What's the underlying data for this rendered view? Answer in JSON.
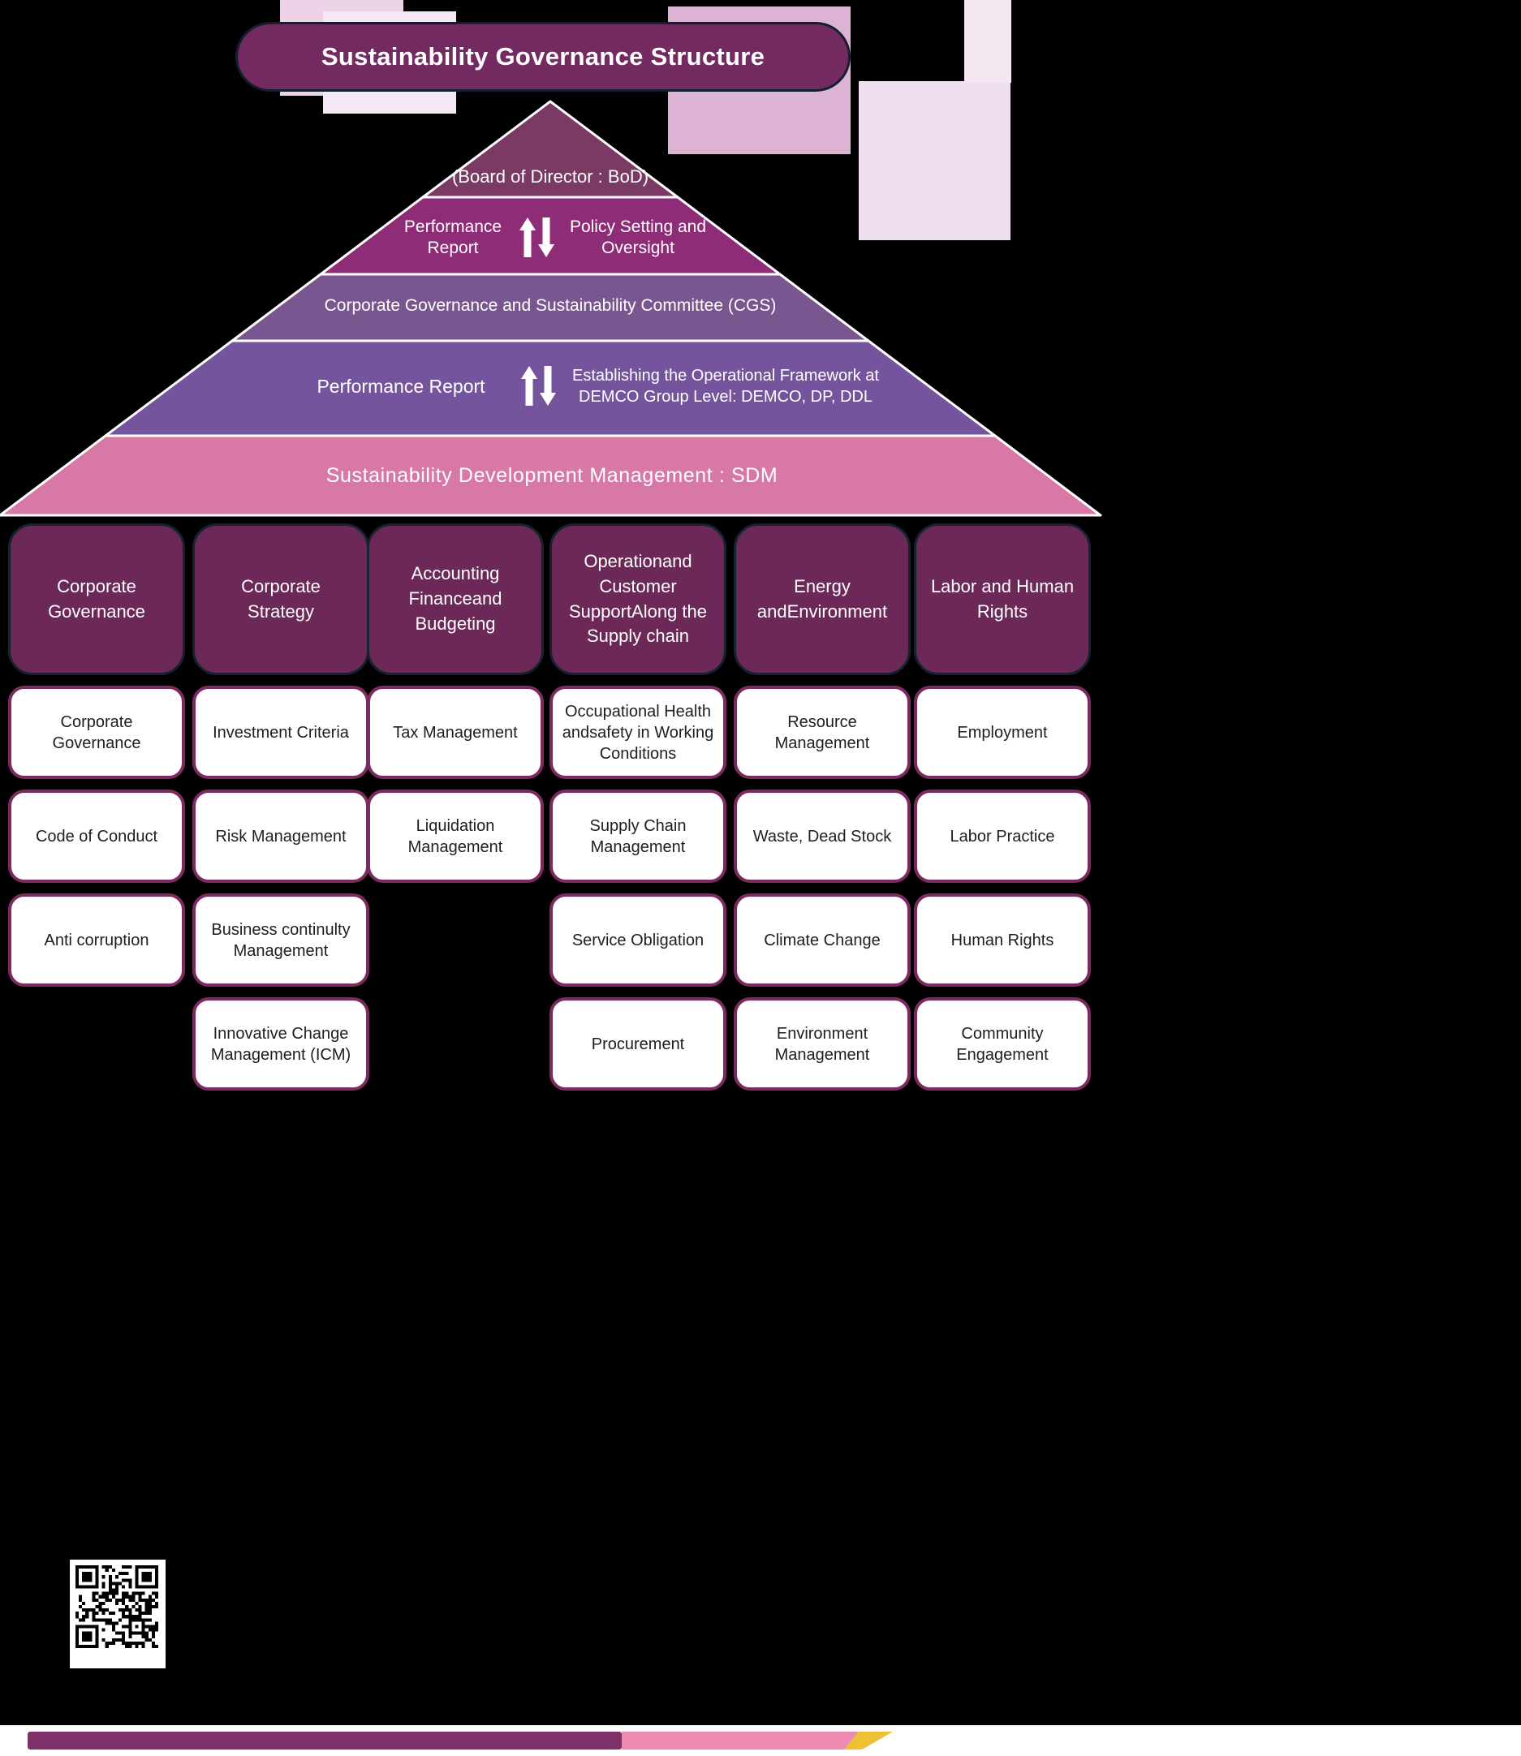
{
  "title": "Sustainability Governance Structure",
  "pyramid": {
    "level1": {
      "label": "(Board of Director : BoD)"
    },
    "level2": {
      "left": "Performance Report",
      "right": "Policy Setting and Oversight"
    },
    "level3": {
      "label": "Corporate Governance and Sustainability Committee (CGS)"
    },
    "level4": {
      "left": "Performance Report",
      "right": "Establishing the Operational Framework at DEMCO Group Level: DEMCO, DP, DDL"
    },
    "level5": {
      "label": "Sustainability Development Management : SDM"
    }
  },
  "columns": [
    {
      "header": "Corporate Governance",
      "items": [
        "Corporate Governance",
        "Code of Conduct",
        "Anti corruption"
      ]
    },
    {
      "header": "Corporate Strategy",
      "items": [
        "Investment Criteria",
        "Risk Management",
        "Business continulty Management",
        "Innovative Change Management (ICM)"
      ]
    },
    {
      "header": "Accounting Financeand Budgeting",
      "items": [
        "Tax Management",
        "Liquidation Management"
      ]
    },
    {
      "header": "Operationand Customer SupportAlong the Supply chain",
      "items": [
        "Occupational Health andsafety in Working Conditions",
        "Supply Chain Management",
        "Service Obligation",
        "Procurement"
      ]
    },
    {
      "header": "Energy andEnvironment",
      "items": [
        "Resource Management",
        "Waste, Dead Stock",
        "Climate Change",
        "Environment Management"
      ]
    },
    {
      "header": "Labor and Human Rights",
      "items": [
        "Employment",
        "Labor Practice",
        "Human Rights",
        "Community Engagement"
      ]
    }
  ],
  "icons": {
    "arrows": "up-down-arrows",
    "qr": "qr-code"
  },
  "colors": {
    "background": "#000000",
    "title_bar": "#732a61",
    "pyramid_level1": "#7a3a64",
    "pyramid_level2": "#8e2c77",
    "pyramid_level3": "#7a5690",
    "pyramid_level4": "#75549e",
    "pyramid_level5": "#d878a7",
    "category_header": "#6c2957",
    "card_border": "#7b2a5e",
    "bar_purple": "#7d3168",
    "bar_pink": "#ee8ab0",
    "bar_yellow": "#eec033"
  }
}
